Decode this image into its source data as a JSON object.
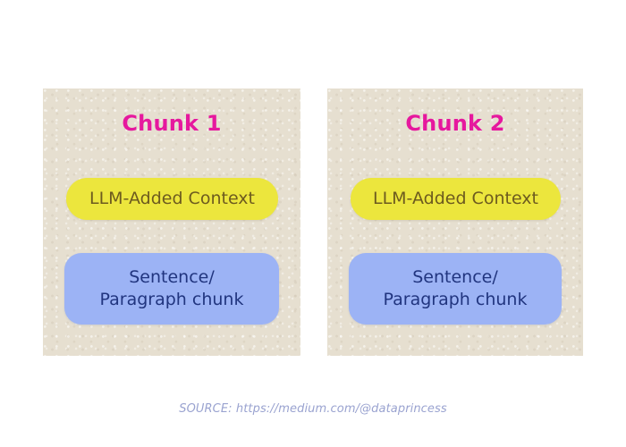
{
  "background_color": "#ffffff",
  "panel_color": "#e6dfd0",
  "accent_colors": {
    "title_magenta": "#e6189e",
    "context_pill_yellow": "#ece63d",
    "context_pill_text": "#6d5b1f",
    "chunk_box_blue": "#9cb3f5",
    "chunk_box_text": "#21357f",
    "source_text": "#9aa3d0"
  },
  "panels": [
    {
      "title": "Chunk 1",
      "context_label": "LLM-Added Context",
      "chunk_line_1": "Sentence/",
      "chunk_line_2": "Paragraph chunk"
    },
    {
      "title": "Chunk 2",
      "context_label": "LLM-Added Context",
      "chunk_line_1": "Sentence/",
      "chunk_line_2": "Paragraph chunk"
    }
  ],
  "footer": {
    "source": "SOURCE: https://medium.com/@dataprincess"
  }
}
